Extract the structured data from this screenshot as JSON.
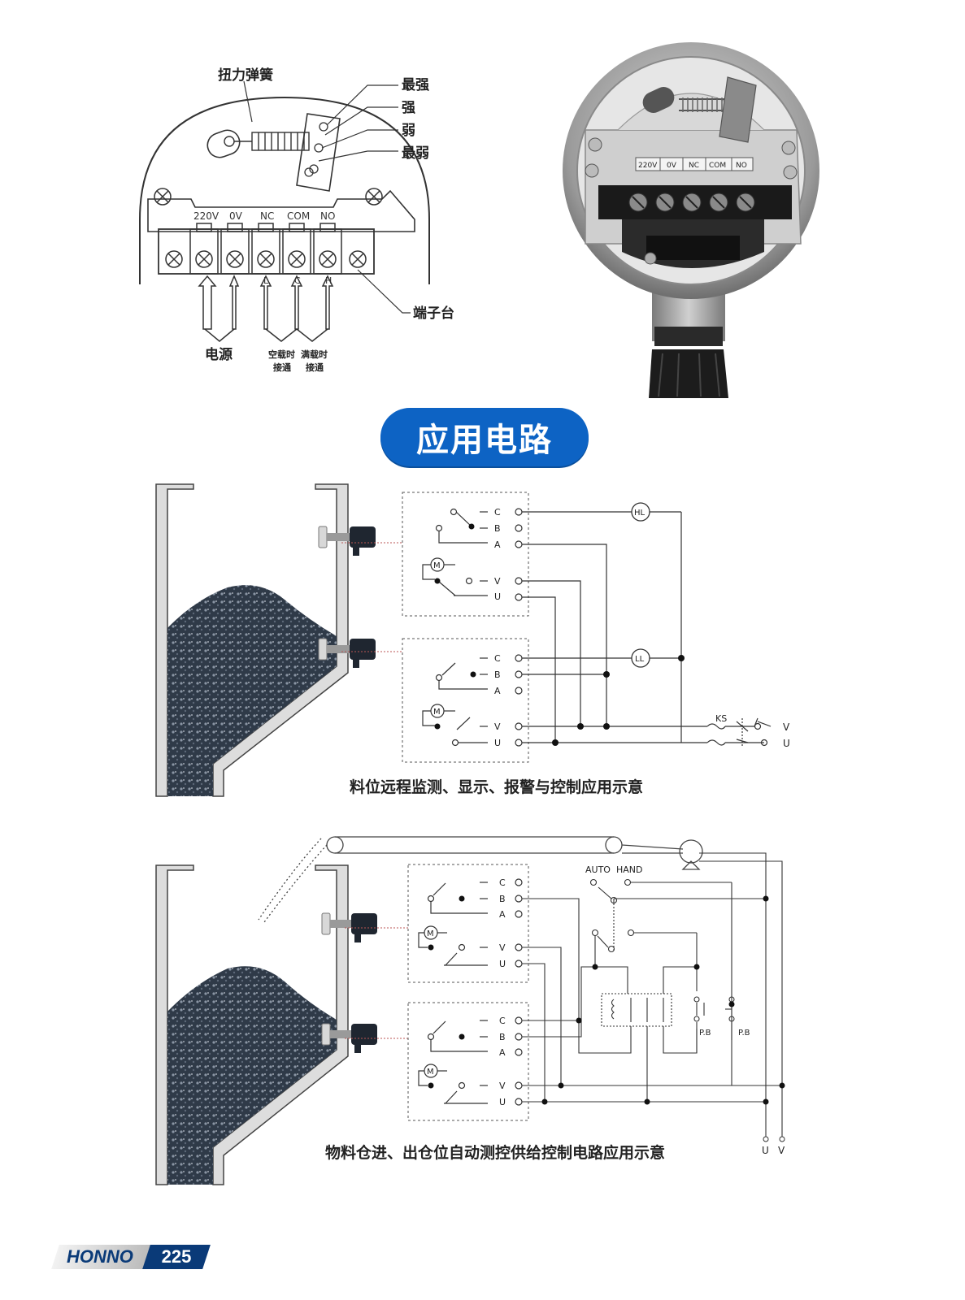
{
  "wiring_diagram": {
    "spring_label": "扭力弹簧",
    "strength_levels": [
      "最强",
      "强",
      "弱",
      "最弱"
    ],
    "terminals": [
      "220V",
      "0V",
      "NC",
      "COM",
      "NO"
    ],
    "terminal_marks": [
      "L",
      "C",
      "H"
    ],
    "terminal_block_label": "端子台",
    "power_label": "电源",
    "empty_load_label": [
      "空载时",
      "接通"
    ],
    "full_load_label": [
      "满载时",
      "接通"
    ]
  },
  "photo": {
    "terminals": [
      "220V",
      "0V",
      "NC",
      "COM",
      "NO"
    ]
  },
  "section_title": "应用电路",
  "circuit1": {
    "unit_terminals": [
      "C",
      "B",
      "A",
      "V",
      "U"
    ],
    "motor_label": "M",
    "lamp_high": "HL",
    "lamp_low": "LL",
    "switch_label": "KS",
    "supply_terminals": [
      "V",
      "U"
    ],
    "caption": "料位远程监测、显示、报警与控制应用示意"
  },
  "circuit2": {
    "unit_terminals": [
      "C",
      "B",
      "A",
      "V",
      "U"
    ],
    "motor_label": "M",
    "mode_labels": [
      "AUTO",
      "HAND"
    ],
    "pushbutton_label": "P.B",
    "supply_terminals": [
      "U",
      "V"
    ],
    "caption": "物料仓进、出仓位自动测控供给控制电路应用示意"
  },
  "footer": {
    "brand": "HONNO",
    "page_number": "225"
  }
}
